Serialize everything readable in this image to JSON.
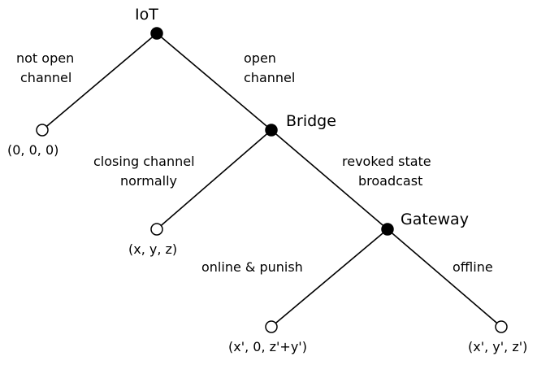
{
  "players": {
    "iot": "IoT",
    "bridge": "Bridge",
    "gateway": "Gateway"
  },
  "actions": {
    "not_open_line1": "not open",
    "not_open_line2": "channel",
    "open_line1": "open",
    "open_line2": "channel",
    "closing_line1": "closing channel",
    "closing_line2": "normally",
    "revoked_line1": "revoked state",
    "revoked_line2": "broadcast",
    "online_punish": "online & punish",
    "offline": "offline"
  },
  "payoffs": {
    "not_open": "(0, 0, 0)",
    "closing": "(x, y, z)",
    "online_punish": "(x', 0, z'+y')",
    "offline": "(x', y', z')"
  }
}
